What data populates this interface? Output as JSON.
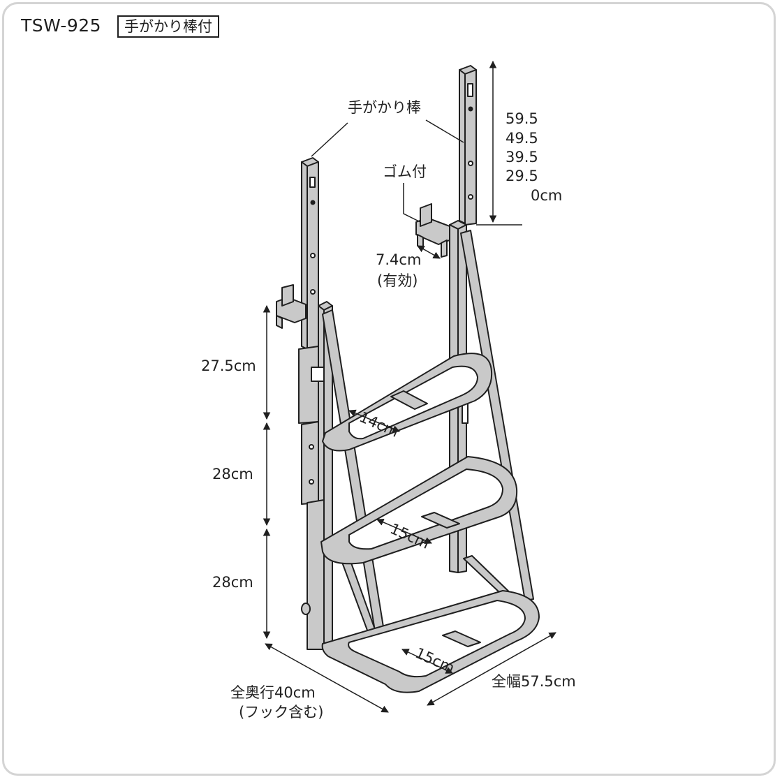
{
  "header": {
    "model": "TSW-925",
    "badge": "手がかり棒付"
  },
  "labels": {
    "handrail": "手がかり棒",
    "rubber": "ゴム付",
    "heights": [
      "59.5",
      "49.5",
      "39.5",
      "29.5",
      "0cm"
    ],
    "hook_width": "7.4cm",
    "hook_effective": "(有効)",
    "step_h1": "27.5cm",
    "step_h2": "28cm",
    "step_h3": "28cm",
    "tread1": "14cm",
    "tread2": "15cm",
    "tread3": "15cm",
    "depth": "全奥行40cm",
    "depth_note": "(フック含む)",
    "width": "全幅57.5cm"
  },
  "colors": {
    "frame": "#d4d4d4",
    "metal": "#c9c9c9",
    "line": "#1f1f1f"
  }
}
